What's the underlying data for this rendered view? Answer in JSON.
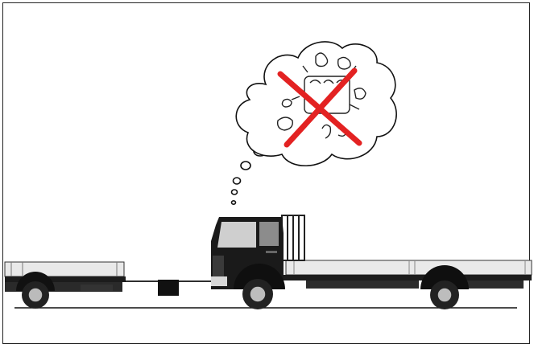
{
  "scene": {
    "subject": "truck-thought-bubble",
    "icons": [
      "frame",
      "thought-bubble",
      "forbidden-x-icon",
      "truck",
      "trailer",
      "towbar"
    ],
    "colors": {
      "background": "#ffffff",
      "line": "#111111",
      "cross": "#e32222",
      "truck_dark": "#1c1c1c",
      "bed": "#e9e9e9"
    }
  }
}
